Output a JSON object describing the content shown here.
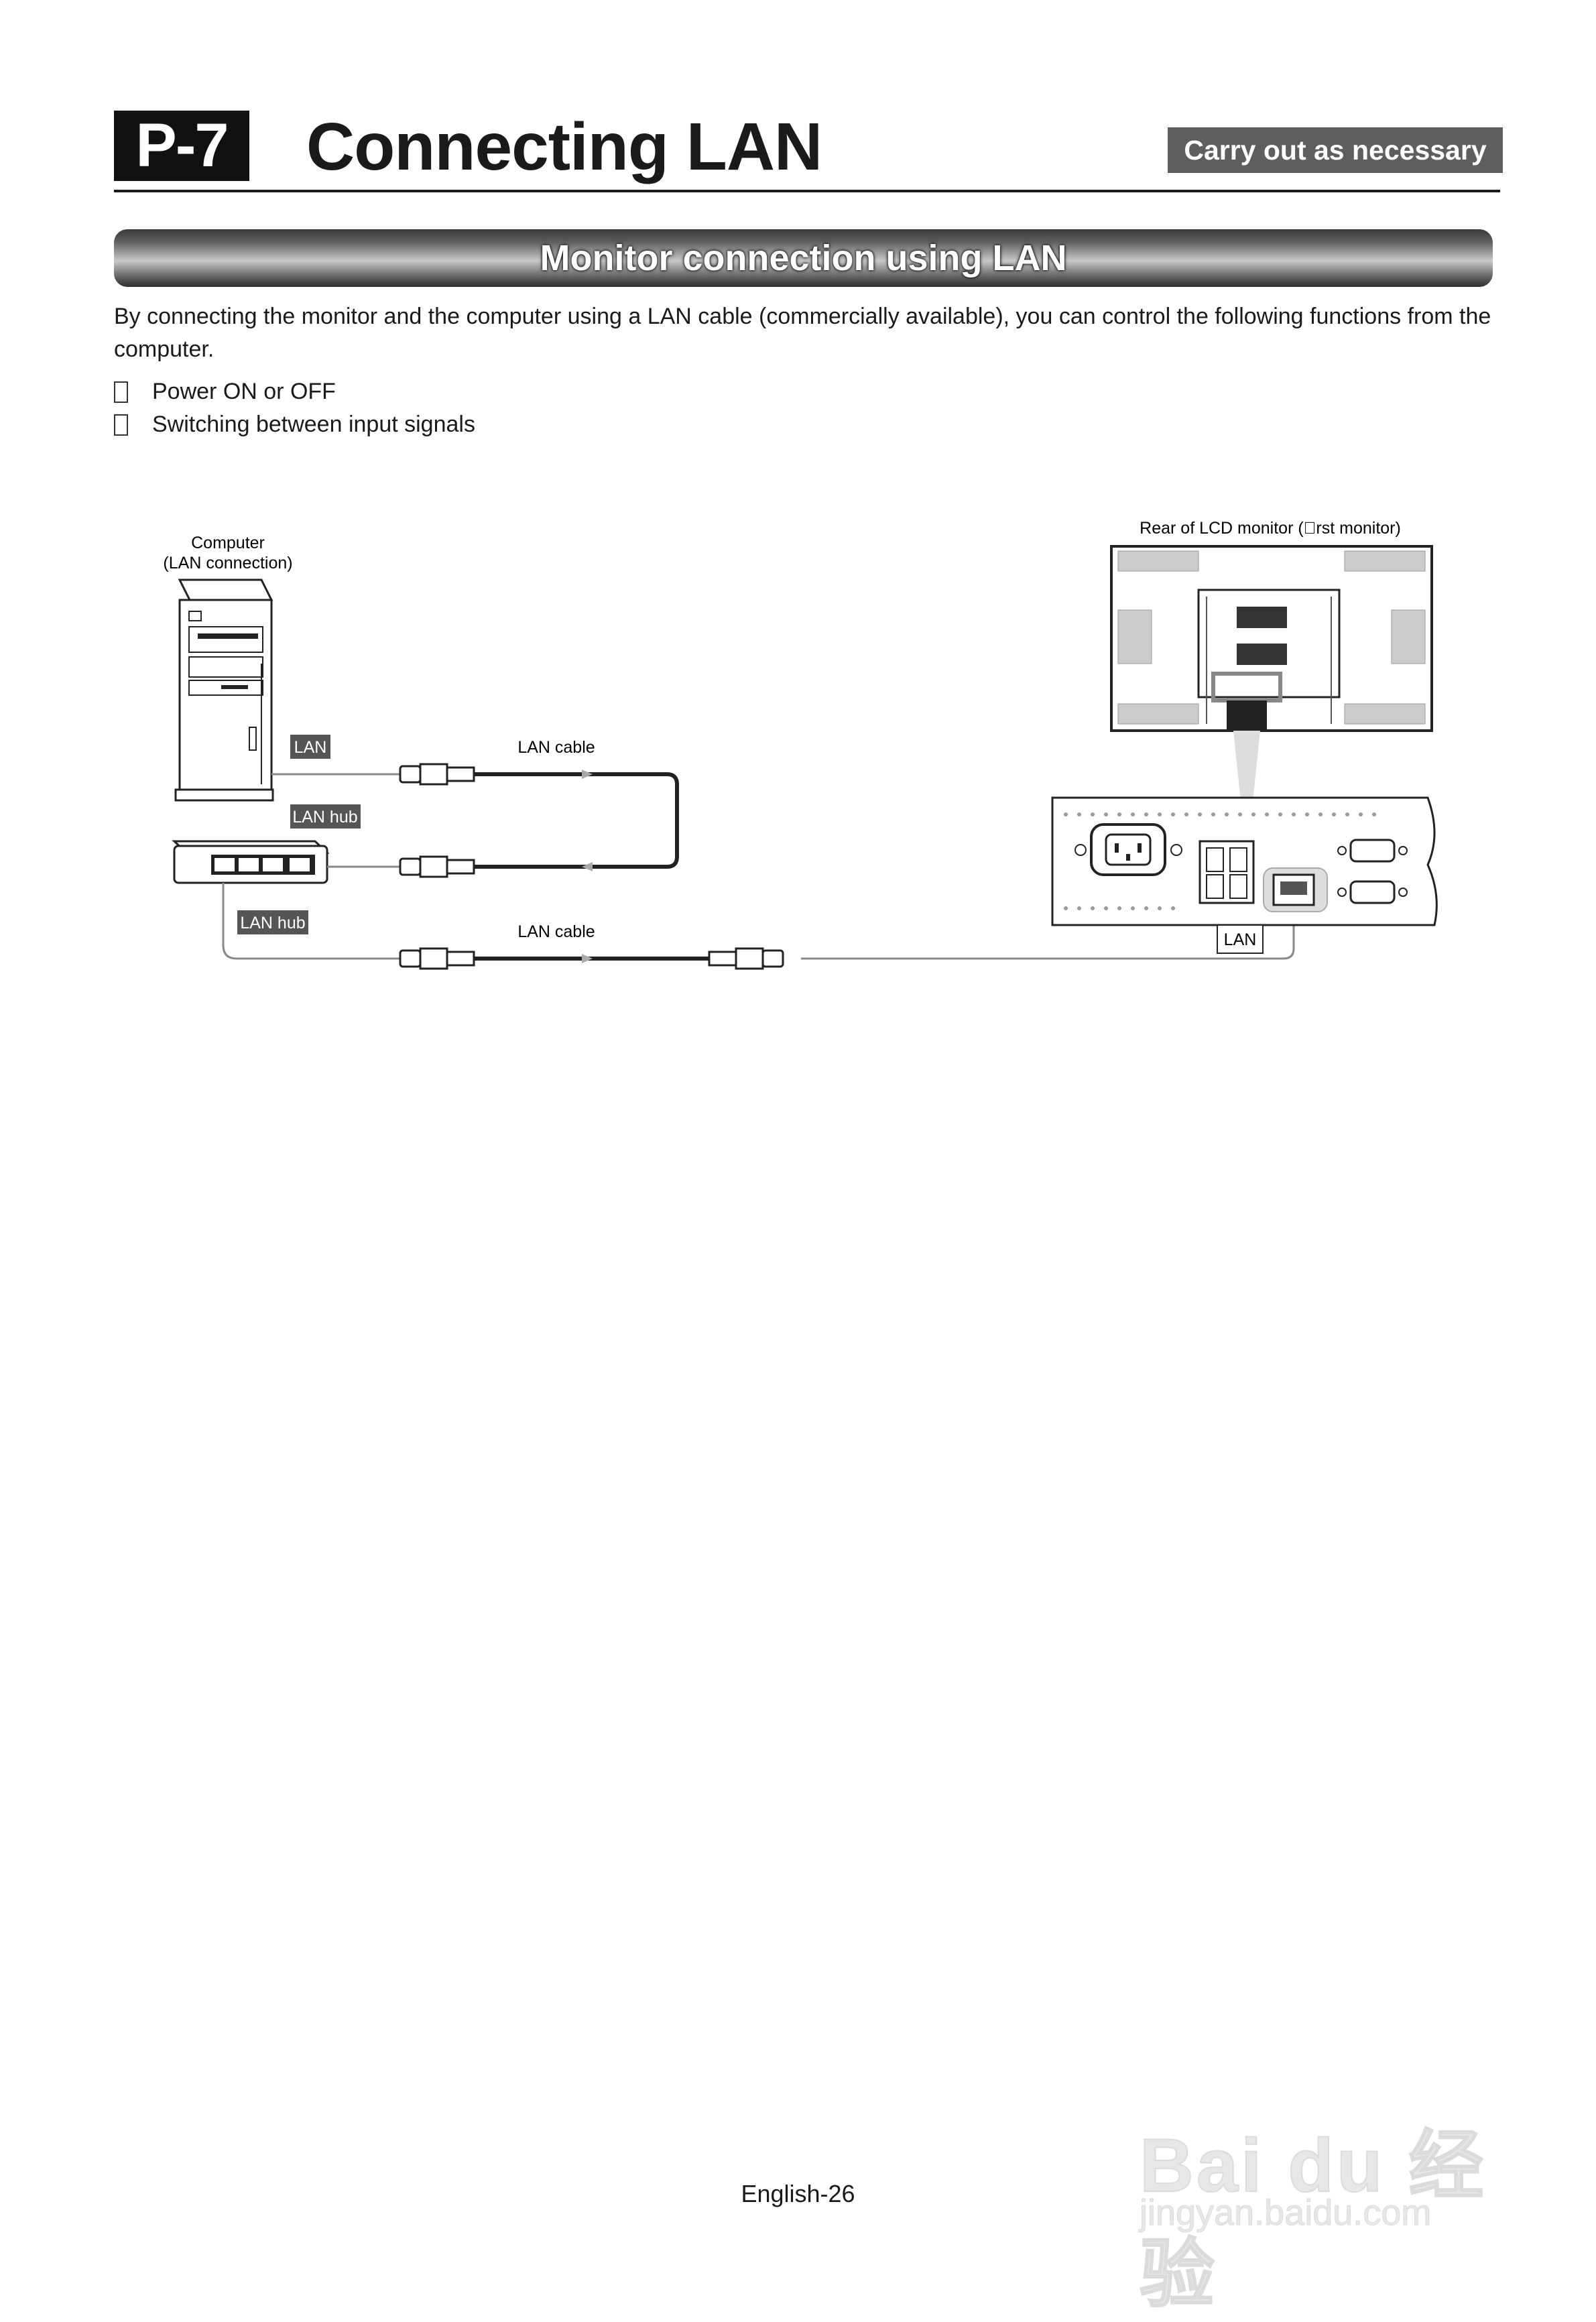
{
  "header": {
    "section_tag": "P-7",
    "title": "Connecting LAN",
    "badge": "Carry out as necessary"
  },
  "section": {
    "banner": "Monitor connection using LAN"
  },
  "intro": "By connecting the monitor and the computer using a LAN cable (commercially available), you can control the following functions from the computer.",
  "bullets": [
    "Power ON or OFF",
    "Switching between input signals"
  ],
  "diagram": {
    "computer_label_line1": "Computer",
    "computer_label_line2": "(LAN connection)",
    "monitor_label": "Rear of LCD monitor (\u0000rst monitor)",
    "lan_tag_computer": "LAN",
    "lan_hub_tag_1": "LAN hub",
    "lan_hub_tag_2": "LAN hub",
    "lan_cable_1": "LAN cable",
    "lan_cable_2": "LAN cable",
    "lan_port_tag": "LAN"
  },
  "footer": {
    "page_number": "English-26"
  },
  "watermark": {
    "brand": "Bai du 经验",
    "url": "jingyan.baidu.com"
  }
}
